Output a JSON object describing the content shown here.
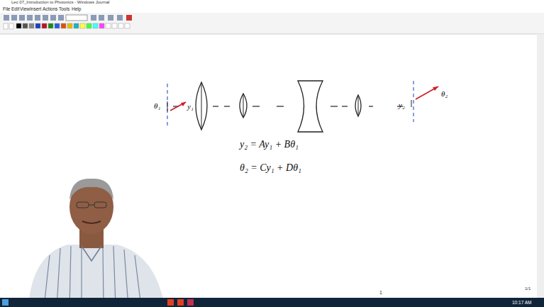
{
  "diagram": {
    "labels": [
      "Lec 07_Introduction to Photonics - Windows Journal",
      "File",
      "Edit",
      "View",
      "Insert",
      "Actions",
      "Tools",
      "Help",
      "θ₁",
      "y₁",
      "y₂",
      "θ₂",
      "y₂ = Ay₁ + Bθ₁",
      "θ₂ = Cy₁ + Dθ₁",
      "1",
      "1/1",
      "10:17 AM"
    ]
  }
}
